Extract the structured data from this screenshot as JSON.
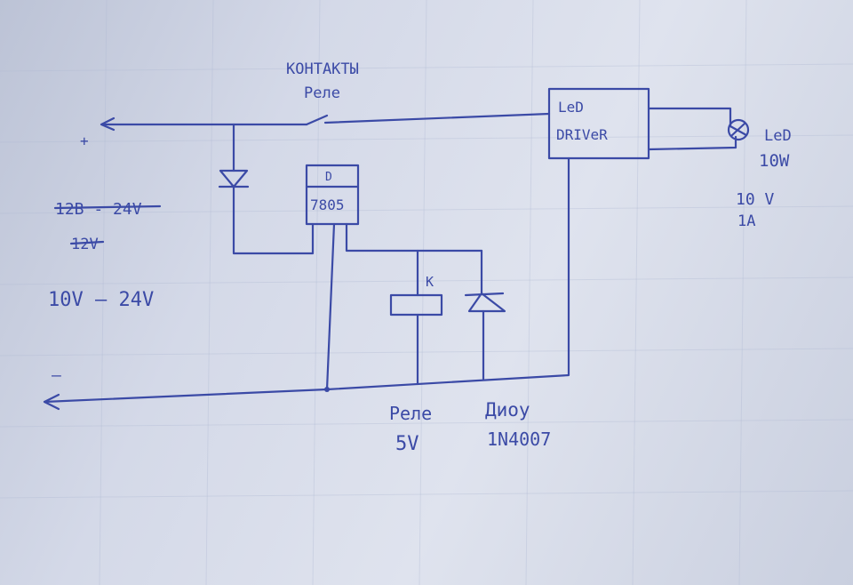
{
  "labels": {
    "relay_contacts_line1": "КОНТАКТЫ",
    "relay_contacts_line2": "Реле",
    "plus": "+",
    "minus": "—",
    "struck_range": "12В - 24V",
    "struck_12": "12V",
    "input_range": "10V – 24V",
    "reg_top": "D",
    "regulator": "7805",
    "relay_coil": "K",
    "driver_line1": "LeD",
    "driver_line2": "DRIVeR",
    "led_line1": "LeD",
    "led_line2": "10W",
    "spec_line1": "10 V",
    "spec_line2": "1A",
    "relay_line1": "Реле",
    "relay_line2": "5V",
    "diode_line1": "Диоу",
    "diode_line2": "1N4007"
  },
  "colors": {
    "ink": "#3b4aa6",
    "paper": "#d4d9e8"
  },
  "icons": [
    "arrow-left-icon",
    "diode-icon",
    "lamp-icon",
    "switch-icon"
  ]
}
